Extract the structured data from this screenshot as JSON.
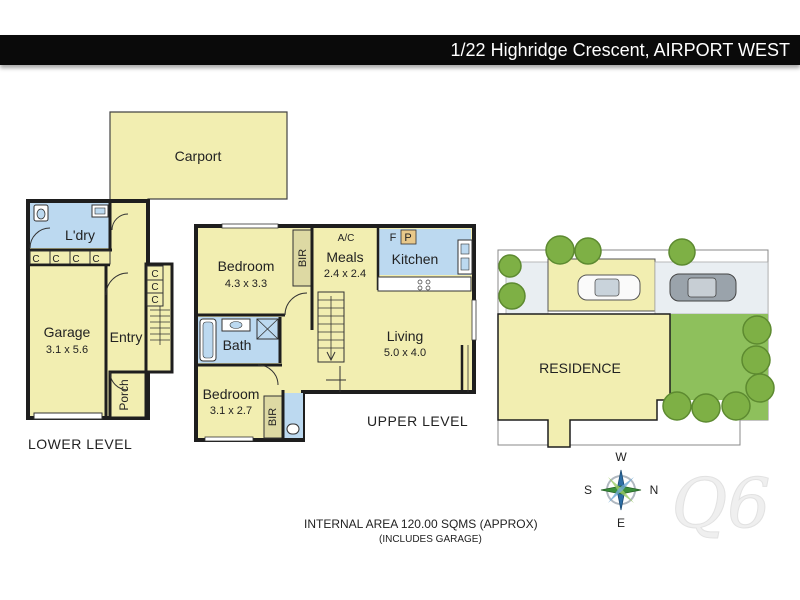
{
  "header": {
    "title": "1/22 Highridge Crescent, AIRPORT WEST"
  },
  "colors": {
    "room": "#f2eeb1",
    "wet": "#bcd9f0",
    "wall": "#1e1e1e",
    "grass": "#8ec05c",
    "driveway": "#e9eef2",
    "fence": "#d7a98f",
    "tree": "#7eb045"
  },
  "lower_level": {
    "label": "LOWER LEVEL",
    "rooms": {
      "carport": "Carport",
      "laundry": "L'dry",
      "garage": {
        "name": "Garage",
        "dims": "3.1 x 5.6"
      },
      "entry": "Entry",
      "porch": "Porch",
      "cupboard": "C"
    }
  },
  "upper_level": {
    "label": "UPPER LEVEL",
    "rooms": {
      "bedroom1": {
        "name": "Bedroom",
        "dims": "4.3 x 3.3"
      },
      "bedroom2": {
        "name": "Bedroom",
        "dims": "3.1 x 2.7"
      },
      "bath": "Bath",
      "bir": "BIR",
      "meals": {
        "name": "Meals",
        "dims": "2.4 x 2.4"
      },
      "ac": "A/C",
      "kitchen": "Kitchen",
      "fridge": "F",
      "pantry": "P",
      "living": {
        "name": "Living",
        "dims": "5.0 x 4.0"
      }
    }
  },
  "site": {
    "residence": "RESIDENCE"
  },
  "compass": {
    "w": "W",
    "e": "E",
    "s": "S",
    "n": "N"
  },
  "footer": {
    "area": "INTERNAL AREA  120.00 SQMS  (APPROX)",
    "note": "(INCLUDES GARAGE)"
  },
  "logo": "Q6"
}
